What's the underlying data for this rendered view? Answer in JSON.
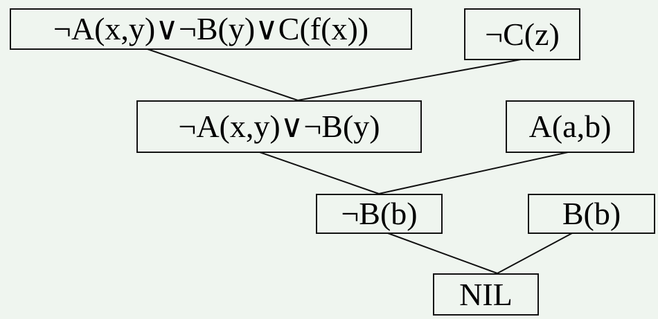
{
  "title": "Resolution refutation tree",
  "nodes": {
    "c1": "¬A(x,y)∨¬B(y)∨C(f(x))",
    "c2": "¬C(z)",
    "r1": "¬A(x,y)∨¬B(y)",
    "c3": "A(a,b)",
    "r2": "¬B(b)",
    "c4": "B(b)",
    "nil": "NIL"
  },
  "edges": [
    [
      "c1",
      "r1"
    ],
    [
      "c2",
      "r1"
    ],
    [
      "r1",
      "r2"
    ],
    [
      "c3",
      "r2"
    ],
    [
      "r2",
      "nil"
    ],
    [
      "c4",
      "nil"
    ]
  ]
}
